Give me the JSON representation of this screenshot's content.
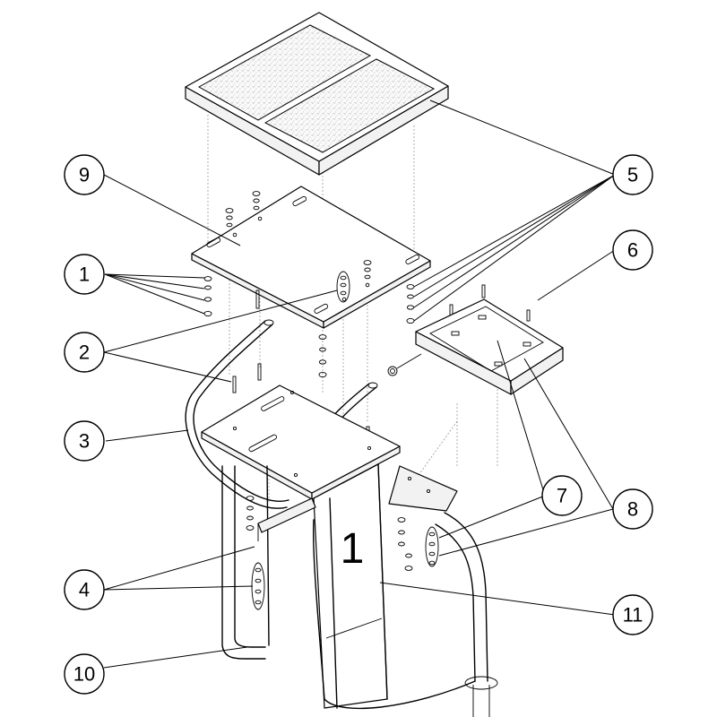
{
  "diagram": {
    "step_number": "1",
    "callouts": [
      {
        "id": "c1",
        "label": "1"
      },
      {
        "id": "c2",
        "label": "2"
      },
      {
        "id": "c3",
        "label": "3"
      },
      {
        "id": "c4",
        "label": "4"
      },
      {
        "id": "c5",
        "label": "5"
      },
      {
        "id": "c6",
        "label": "6"
      },
      {
        "id": "c7",
        "label": "7"
      },
      {
        "id": "c8",
        "label": "8"
      },
      {
        "id": "c9",
        "label": "9"
      },
      {
        "id": "c10",
        "label": "10"
      },
      {
        "id": "c11",
        "label": "11"
      }
    ]
  }
}
